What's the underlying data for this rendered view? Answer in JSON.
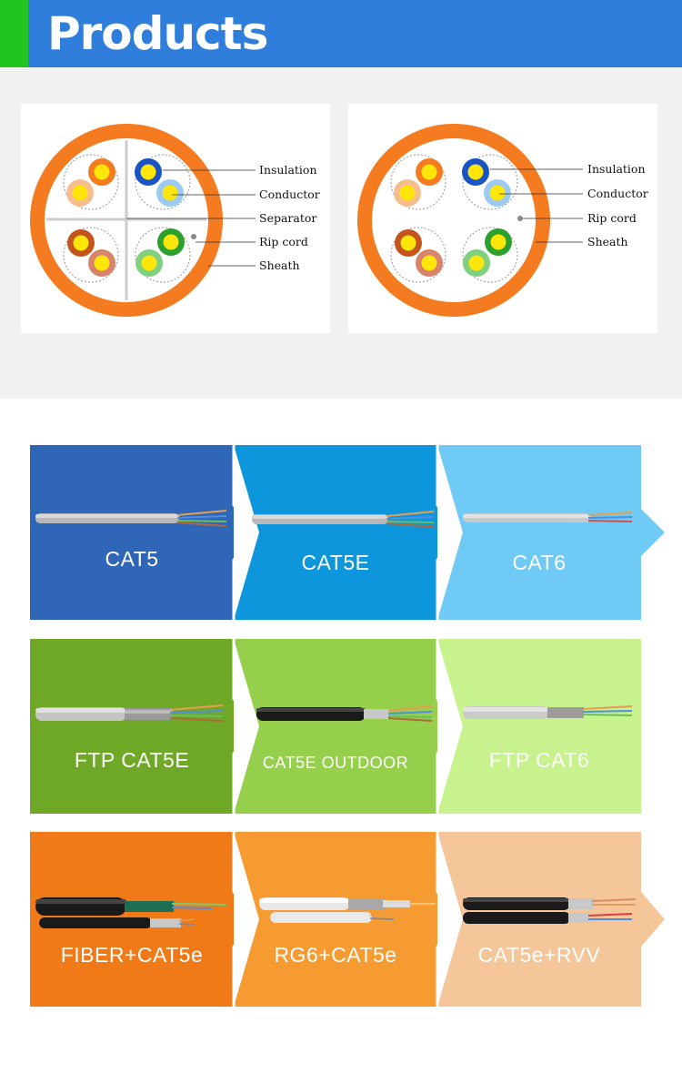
{
  "header": {
    "title": "Products"
  },
  "diagrams": {
    "left": {
      "labels": [
        "Insulation",
        "Conductor",
        "Separator",
        "Rip cord",
        "Sheath"
      ]
    },
    "right": {
      "labels": [
        "Insulation",
        "Conductor",
        "Rip cord",
        "Sheath"
      ]
    }
  },
  "product_rows": [
    {
      "colors": [
        "#2f66b8",
        "#0d96dc",
        "#6fcbf6"
      ],
      "items": [
        {
          "label": "CAT5"
        },
        {
          "label": "CAT5E"
        },
        {
          "label": "CAT6"
        }
      ]
    },
    {
      "colors": [
        "#6ea826",
        "#96cf4b",
        "#c8f28d"
      ],
      "items": [
        {
          "label": "FTP CAT5E"
        },
        {
          "label": "CAT5E OUTDOOR"
        },
        {
          "label": "FTP CAT6"
        }
      ]
    },
    {
      "colors": [
        "#f07a18",
        "#f69a32",
        "#f4c69a"
      ],
      "items": [
        {
          "label": "FIBER+CAT5e"
        },
        {
          "label": "RG6+CAT5e"
        },
        {
          "label": "CAT5e+RVV"
        }
      ]
    }
  ]
}
